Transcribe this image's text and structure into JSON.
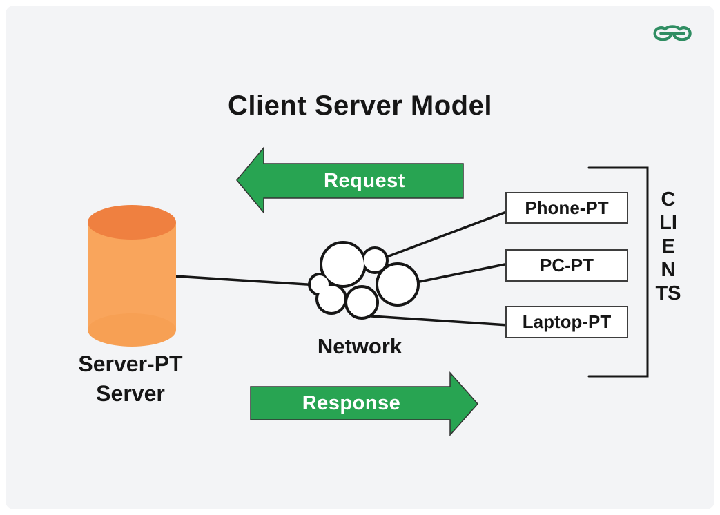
{
  "title": "Client Server Model",
  "logo": {
    "alt": "GeeksforGeeks",
    "color": "#2F8D62"
  },
  "arrows": {
    "request": {
      "label": "Request",
      "direction": "left"
    },
    "response": {
      "label": "Response",
      "direction": "right"
    }
  },
  "server": {
    "name": "Server-PT",
    "type": "Server",
    "body_color": "#F9A55C",
    "top_color": "#EF8040"
  },
  "network": {
    "label": "Network"
  },
  "clients": {
    "group_label": "CLIENTS",
    "items": [
      {
        "label": "Phone-PT"
      },
      {
        "label": "PC-PT"
      },
      {
        "label": "Laptop-PT"
      }
    ]
  },
  "colors": {
    "background": "#F3F4F6",
    "arrow_green": "#28A452",
    "line_black": "#161616",
    "box_border": "#3d3d3d"
  }
}
